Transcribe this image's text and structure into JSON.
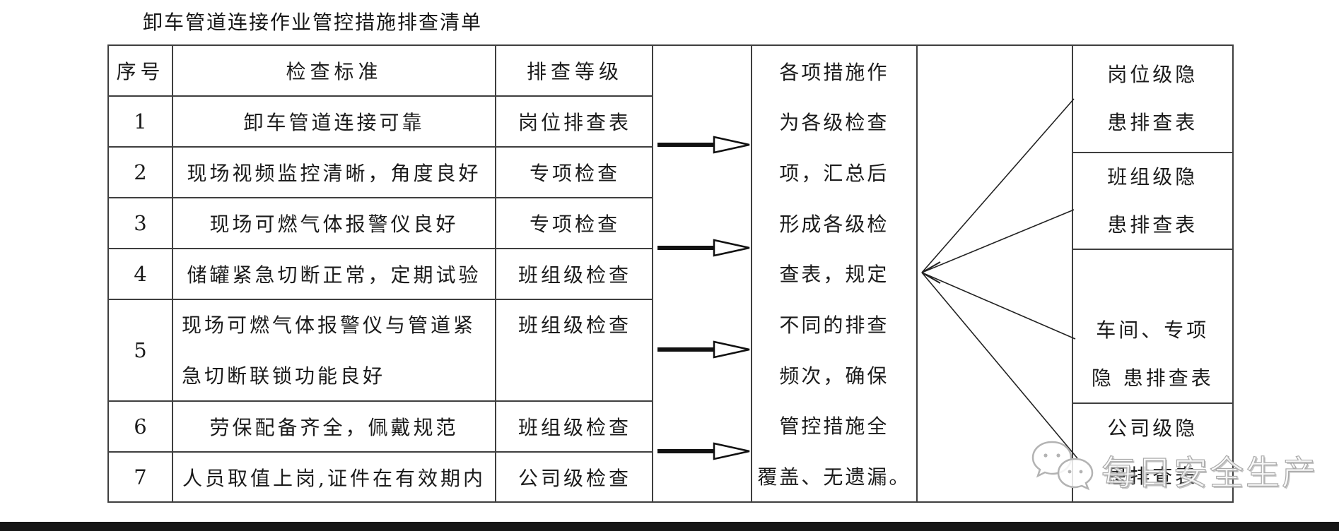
{
  "title": "卸车管道连接作业管控措施排查清单",
  "table": {
    "headers": [
      "序号",
      "检查标准",
      "排查等级"
    ],
    "rows": [
      {
        "no": "1",
        "standard": "卸车管道连接可靠",
        "level": "岗位排查表"
      },
      {
        "no": "2",
        "standard": "现场视频监控清晰，角度良好",
        "level": "专项检查"
      },
      {
        "no": "3",
        "standard": "现场可燃气体报警仪良好",
        "level": "专项检查"
      },
      {
        "no": "4",
        "standard": "储罐紧急切断正常，定期试验",
        "level": "班组级检查"
      },
      {
        "no": "5",
        "standard": "现场可燃气体报警仪与管道紧急切断联锁功能良好",
        "level": "班组级检查"
      },
      {
        "no": "6",
        "standard": "劳保配备齐全，佩戴规范",
        "level": "班组级检查"
      },
      {
        "no": "7",
        "standard": "人员取值上岗,证件在有效期内",
        "level": "公司级检查"
      }
    ]
  },
  "summary": {
    "lines": [
      "各项措施作",
      "为各级检查",
      "项，汇总后",
      "形成各级检",
      "查表，规定",
      "不同的排查",
      "频次，确保",
      "管控措施全",
      "覆盖、无遗漏。"
    ]
  },
  "outputs": [
    {
      "line1": "岗位级隐",
      "line2": "患排查表"
    },
    {
      "line1": "班组级隐",
      "line2": "患排查表"
    },
    {
      "line1": "车间、专项",
      "line2": "隐 患排查表"
    },
    {
      "line1": "公司级隐",
      "line2": "患排查表"
    }
  ],
  "watermark": {
    "text": "每日安全生产",
    "icon": "wechat-icon"
  },
  "colors": {
    "line": "#3f3f3f",
    "text": "#1b1b1b",
    "arrow": "#111111",
    "watermark_gray": "#a9a9a9",
    "footer_bar": "#161616"
  }
}
